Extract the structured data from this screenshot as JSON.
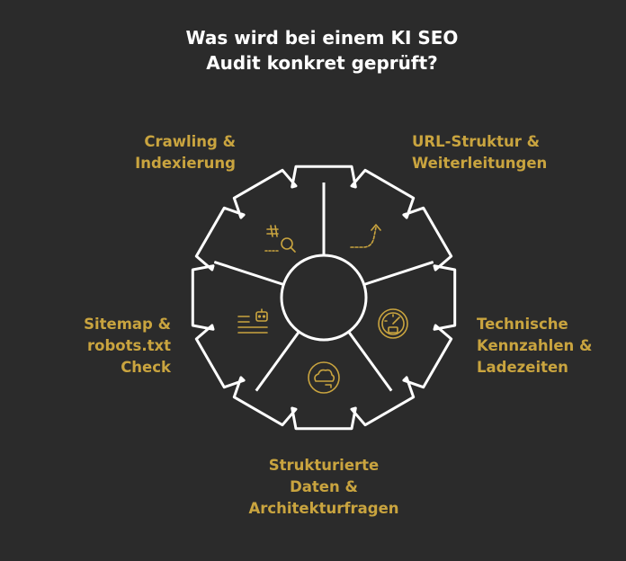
{
  "title": {
    "line1": "Was wird bei einem KI SEO",
    "line2": "Audit konkret geprüft?"
  },
  "segments": [
    {
      "id": "crawling",
      "lines": [
        "Crawling &",
        "Indexierung"
      ],
      "icon": "crawl-search-icon"
    },
    {
      "id": "url",
      "lines": [
        "URL-Struktur &",
        "Weiterleitungen"
      ],
      "icon": "redirect-arrow-icon"
    },
    {
      "id": "technical",
      "lines": [
        "Technische",
        "Kennzahlen &",
        "Ladezeiten"
      ],
      "icon": "speedometer-icon"
    },
    {
      "id": "structured",
      "lines": [
        "Strukturierte",
        "Daten &",
        "Architekturfragen"
      ],
      "icon": "cloud-data-icon"
    },
    {
      "id": "sitemap",
      "lines": [
        "Sitemap &",
        "robots.txt",
        "Check"
      ],
      "icon": "sitemap-robot-icon"
    }
  ],
  "colors": {
    "background": "#2b2b2b",
    "title": "#ffffff",
    "accent": "#c9a43f",
    "stroke": "#ffffff"
  }
}
